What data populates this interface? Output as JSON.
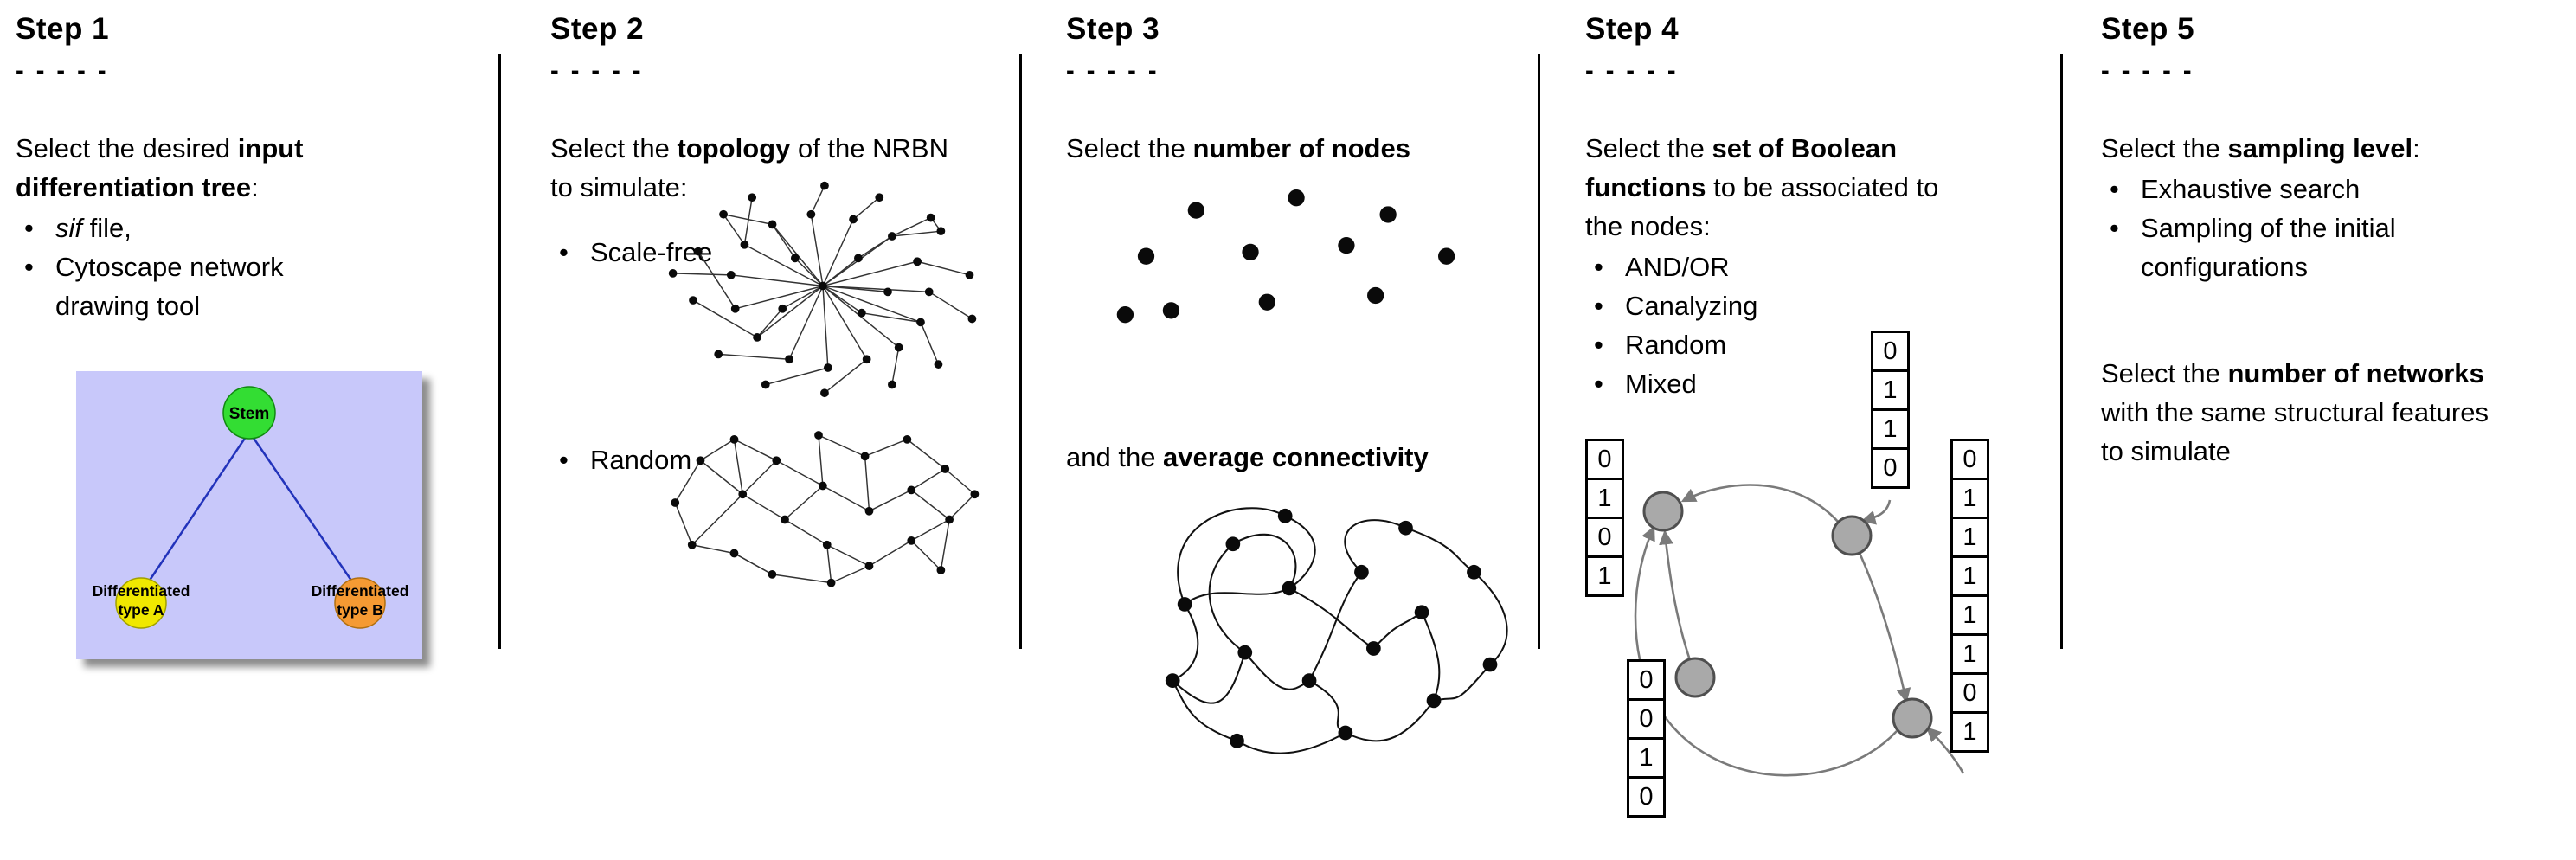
{
  "figure": {
    "background": "#ffffff",
    "divider_color": "#000000"
  },
  "steps": [
    {
      "title": "Step 1",
      "dashes": "- - - - -",
      "intro": [
        "Select the desired ",
        "input differentiation tree",
        ":"
      ],
      "bullets": [
        {
          "italic": "sif",
          "rest": " file,"
        },
        {
          "text": "Cytoscape network drawing tool"
        }
      ],
      "tree": {
        "root_label": "Stem",
        "left_label_line1": "Differentiated",
        "left_label_line2": "type A",
        "right_label_line1": "Differentiated",
        "right_label_line2": "type B",
        "colors": {
          "background": "#c8c8fa",
          "root": "#33dd33",
          "left": "#f0e800",
          "right": "#f59a33",
          "edge": "#2233bb"
        }
      }
    },
    {
      "title": "Step 2",
      "dashes": "- - - - -",
      "intro": [
        "Select the ",
        "topology",
        " of the NRBN to simulate:"
      ],
      "bullets": [
        {
          "text": "Scale-free"
        },
        {
          "text": "Random"
        }
      ]
    },
    {
      "title": "Step 3",
      "dashes": "- - - - -",
      "intro": [
        "Select the ",
        "number of nodes"
      ],
      "connectivity": [
        "and the ",
        "average connectivity"
      ]
    },
    {
      "title": "Step 4",
      "dashes": "- - - - -",
      "intro": [
        "Select the ",
        "set of Boolean functions",
        " to be associated to the nodes:"
      ],
      "bullets": [
        {
          "text": "AND/OR"
        },
        {
          "text": "Canalyzing"
        },
        {
          "text": "Random"
        },
        {
          "text": "Mixed"
        }
      ],
      "truth_tables": {
        "left": [
          "0",
          "1",
          "0",
          "1"
        ],
        "top": [
          "0",
          "1",
          "1",
          "0"
        ],
        "right": [
          "0",
          "1",
          "1",
          "1",
          "1",
          "1",
          "0",
          "1"
        ],
        "bottom": [
          "0",
          "0",
          "1",
          "0"
        ]
      }
    },
    {
      "title": "Step 5",
      "dashes": "- - - - -",
      "intro": [
        "Select the ",
        "sampling level",
        ":"
      ],
      "bullets": [
        {
          "text": "Exhaustive search"
        },
        {
          "text": "Sampling of the initial configurations"
        }
      ],
      "networks": [
        "Select the ",
        "number of networks",
        " with the same structural features to simulate"
      ]
    }
  ]
}
